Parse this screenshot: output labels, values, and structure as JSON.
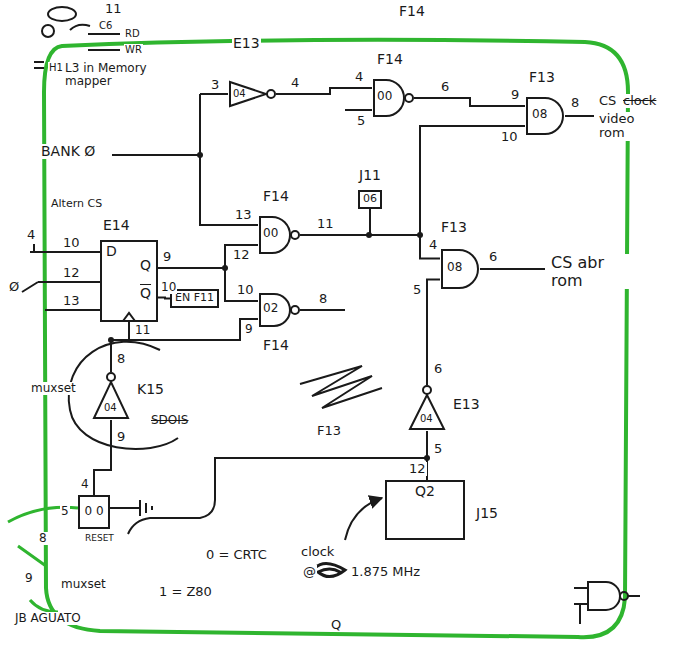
{
  "diagram": {
    "nodes": [
      {
        "text": [
          "E13",
          "04"
        ]
      },
      {
        "text": [
          "F14",
          "00"
        ]
      },
      {
        "text": [
          "F13",
          "08"
        ]
      },
      {
        "text": [
          "F14",
          "00"
        ]
      },
      {
        "text": [
          "J11",
          "06"
        ]
      },
      {
        "text": [
          "F13",
          "08"
        ]
      },
      {
        "text": [
          "F14",
          "02"
        ]
      },
      {
        "text": [
          "E14",
          "D",
          "Q",
          "Q"
        ]
      },
      {
        "text": [
          "EN F11"
        ]
      },
      {
        "text": [
          "K15",
          "04"
        ]
      },
      {
        "text": [
          "E13",
          "04"
        ]
      },
      {
        "text": [
          "J15",
          "Q2"
        ]
      },
      {
        "text": [
          "0 0"
        ]
      }
    ],
    "edges": [
      {
        "from": 0,
        "to": 1,
        "arrow": "none"
      },
      {
        "from": 1,
        "to": 2,
        "arrow": "none"
      },
      {
        "from": 3,
        "to": 2,
        "arrow": "none"
      },
      {
        "from": 3,
        "to": 5,
        "arrow": "none"
      },
      {
        "from": 3,
        "to": 4,
        "arrow": "none"
      },
      {
        "from": 7,
        "to": 3,
        "arrow": "none"
      },
      {
        "from": 7,
        "to": 8,
        "arrow": "none"
      },
      {
        "from": 7,
        "to": 6,
        "arrow": "none"
      },
      {
        "from": 9,
        "to": 7,
        "arrow": "none"
      },
      {
        "from": 9,
        "to": 6,
        "arrow": "none"
      },
      {
        "from": 10,
        "to": 5,
        "arrow": "none"
      },
      {
        "from": 11,
        "to": 10,
        "arrow": "none"
      },
      {
        "from": 12,
        "to": 9,
        "arrow": "none"
      }
    ],
    "labels": [
      "11",
      "C6",
      "RD",
      "WR",
      "H1",
      "L3 in Memory mapper",
      "F14",
      "3",
      "4",
      "4",
      "5",
      "6",
      "9",
      "10",
      "8",
      "CS",
      "clock",
      "video rom",
      "BANK Ø",
      "13",
      "12",
      "11",
      "4",
      "5",
      "6",
      "CS abr rom",
      "9",
      "10",
      "10",
      "12",
      "13",
      "11",
      "10",
      "9",
      "8",
      "Altern CS",
      "4",
      "Ø",
      "muxset",
      "8",
      "9",
      "SDOIS",
      "F13",
      "6",
      "5",
      "12",
      "clock",
      "@",
      "1.875 MHz",
      "4",
      "5",
      "8",
      "RESET",
      "9",
      "muxset",
      "0 = CRTC",
      "1 = Z80",
      "JB AGUATO",
      "Q"
    ]
  }
}
